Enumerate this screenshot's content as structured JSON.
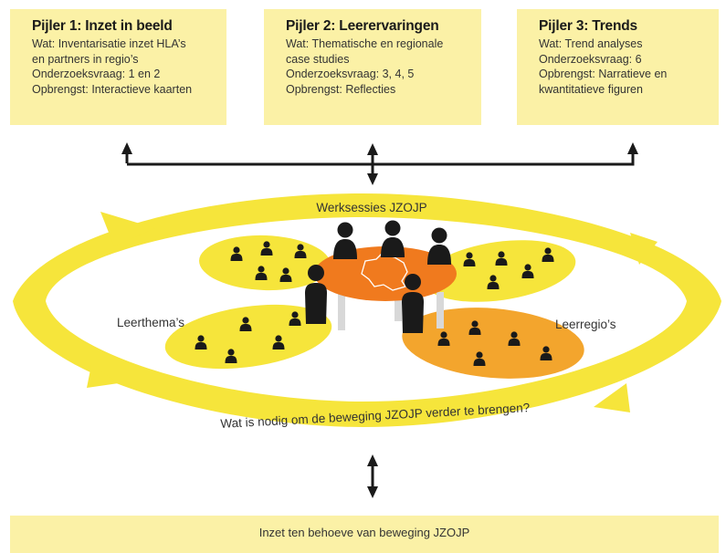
{
  "pillars": [
    {
      "title": "Pijler 1: Inzet in beeld",
      "lines": [
        "Wat: Inventarisatie inzet HLA’s",
        "en partners in regio’s",
        "Onderzoeksvraag: 1 en 2",
        "Opbrengst: Interactieve kaarten"
      ]
    },
    {
      "title": "Pijler 2: Leerervaringen",
      "lines": [
        "Wat: Thematische en regionale",
        "case studies",
        "Onderzoeksvraag: 3, 4, 5",
        "Opbrengst: Reflecties"
      ]
    },
    {
      "title": "Pijler 3: Trends",
      "lines": [
        "Wat: Trend analyses",
        "Onderzoeksvraag: 6",
        "Opbrengst: Narratieve en",
        "kwantitatieve figuren"
      ]
    }
  ],
  "cycle": {
    "top_label": "Werksessies JZOJP",
    "bottom_label": "Wat is nodig om de beweging JZOJP verder te brengen?",
    "left_label": "Leerthema’s",
    "right_label": "Leerregio’s"
  },
  "footer": "Inzet ten behoeve van beweging JZOJP",
  "colors": {
    "box": "#fbf1a6",
    "ring": "#f6e53b",
    "petal": "#f6e53b",
    "petal_orange": "#f3a52d",
    "table": "#f07a1e",
    "arrow": "#1a1a1a"
  }
}
